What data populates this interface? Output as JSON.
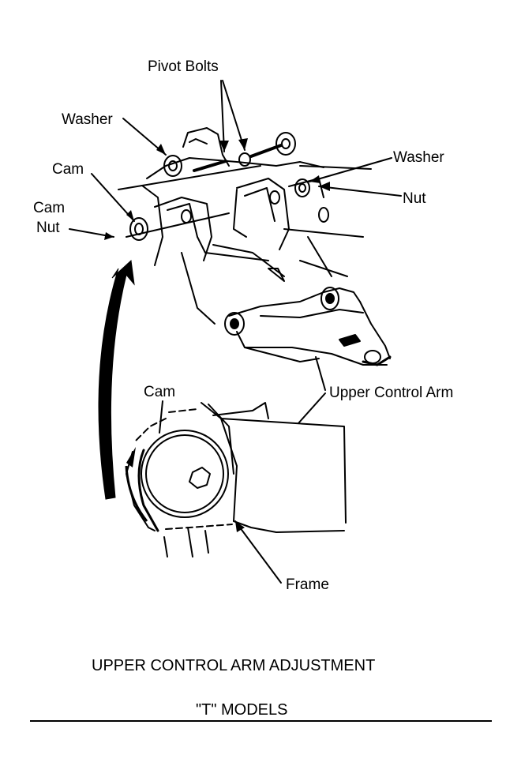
{
  "labels": {
    "pivot_bolts": "Pivot Bolts",
    "washer_left": "Washer",
    "washer_right": "Washer",
    "cam_top": "Cam",
    "cam_nut_line1": "Cam",
    "cam_nut_line2": "Nut",
    "nut": "Nut",
    "cam_bottom": "Cam",
    "upper_control_arm": "Upper Control Arm",
    "frame": "Frame"
  },
  "caption": {
    "title": "UPPER CONTROL ARM ADJUSTMENT",
    "subtitle": "\"T\" MODELS"
  },
  "colors": {
    "ink": "#000000",
    "paper": "#ffffff"
  }
}
